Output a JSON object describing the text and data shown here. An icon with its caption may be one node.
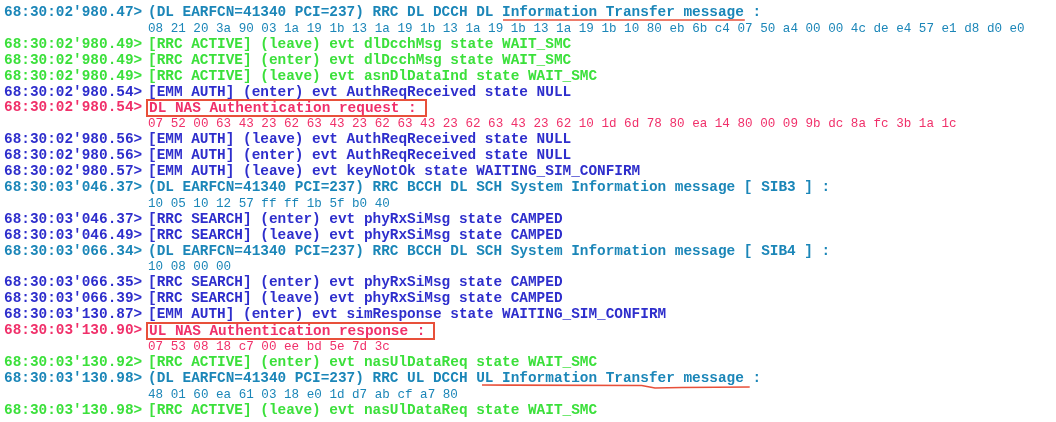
{
  "diagram": {
    "nodes": [
      {
        "text": [
          "DL NAS Authentication request :"
        ]
      },
      {
        "text": [
          "UL NAS Authentication response :"
        ]
      }
    ],
    "labels": [
      "68:30:02'980.47>",
      "(DL EARFCN=41340 PCI=237) RRC DL DCCH DL Information Transfer message :",
      "08 21 20 3a 90 03 1a 19 1b 13 1a 19 1b 13 1a 19 1b 13 1a 19 1b 10 80 eb 6b c4 07 50 a4 00 00 4c de e4 57 e1 d8 d0 e0",
      "68:30:02'980.49>",
      "[RRC ACTIVE] (leave) evt dlDcchMsg state WAIT_SMC",
      "68:30:02'980.49>",
      "[RRC ACTIVE] (enter) evt dlDcchMsg state WAIT_SMC",
      "68:30:02'980.49>",
      "[RRC ACTIVE] (leave) evt asnDlDataInd state WAIT_SMC",
      "68:30:02'980.54>",
      "[EMM AUTH] (enter) evt AuthReqReceived state NULL",
      "68:30:02'980.54>",
      "07 52 00 63 43 23 62 63 43 23 62 63 43 23 62 63 43 23 62 10 1d 6d 78 80 ea 14 80 00 09 9b dc 8a fc 3b 1a 1c",
      "68:30:02'980.56>",
      "[EMM AUTH] (leave) evt AuthReqReceived state NULL",
      "68:30:02'980.56>",
      "[EMM AUTH] (enter) evt AuthReqReceived state NULL",
      "68:30:02'980.57>",
      "[EMM AUTH] (leave) evt keyNotOk state WAITING_SIM_CONFIRM",
      "68:30:03'046.37>",
      "(DL EARFCN=41340 PCI=237) RRC BCCH DL SCH System Information message [ SIB3 ] :",
      "10 05 10 12 57 ff ff 1b 5f b0 40",
      "68:30:03'046.37>",
      "[RRC SEARCH] (enter) evt phyRxSiMsg state CAMPED",
      "68:30:03'046.49>",
      "[RRC SEARCH] (leave) evt phyRxSiMsg state CAMPED",
      "68:30:03'066.34>",
      "(DL EARFCN=41340 PCI=237) RRC BCCH DL SCH System Information message [ SIB4 ] :",
      "10 08 00 00",
      "68:30:03'066.35>",
      "[RRC SEARCH] (enter) evt phyRxSiMsg state CAMPED",
      "68:30:03'066.39>",
      "[RRC SEARCH] (leave) evt phyRxSiMsg state CAMPED",
      "68:30:03'130.87>",
      "[EMM AUTH] (enter) evt simResponse state WAITING_SIM_CONFIRM",
      "68:30:03'130.90>",
      "07 53 08 18 c7 00 ee bd 5e 7d 3c",
      "68:30:03'130.92>",
      "[RRC ACTIVE] (enter) evt nasUlDataReq state WAIT_SMC",
      "68:30:03'130.98>",
      "(DL EARFCN=41340 PCI=237) RRC UL DCCH UL Information Transfer message :",
      "48 01 60 ea 61 03 18 e0 1d d7 ab cf a7 80",
      "68:30:03'130.98>",
      "[RRC ACTIVE] (leave) evt nasUlDataReq state WAIT_SMC"
    ]
  }
}
